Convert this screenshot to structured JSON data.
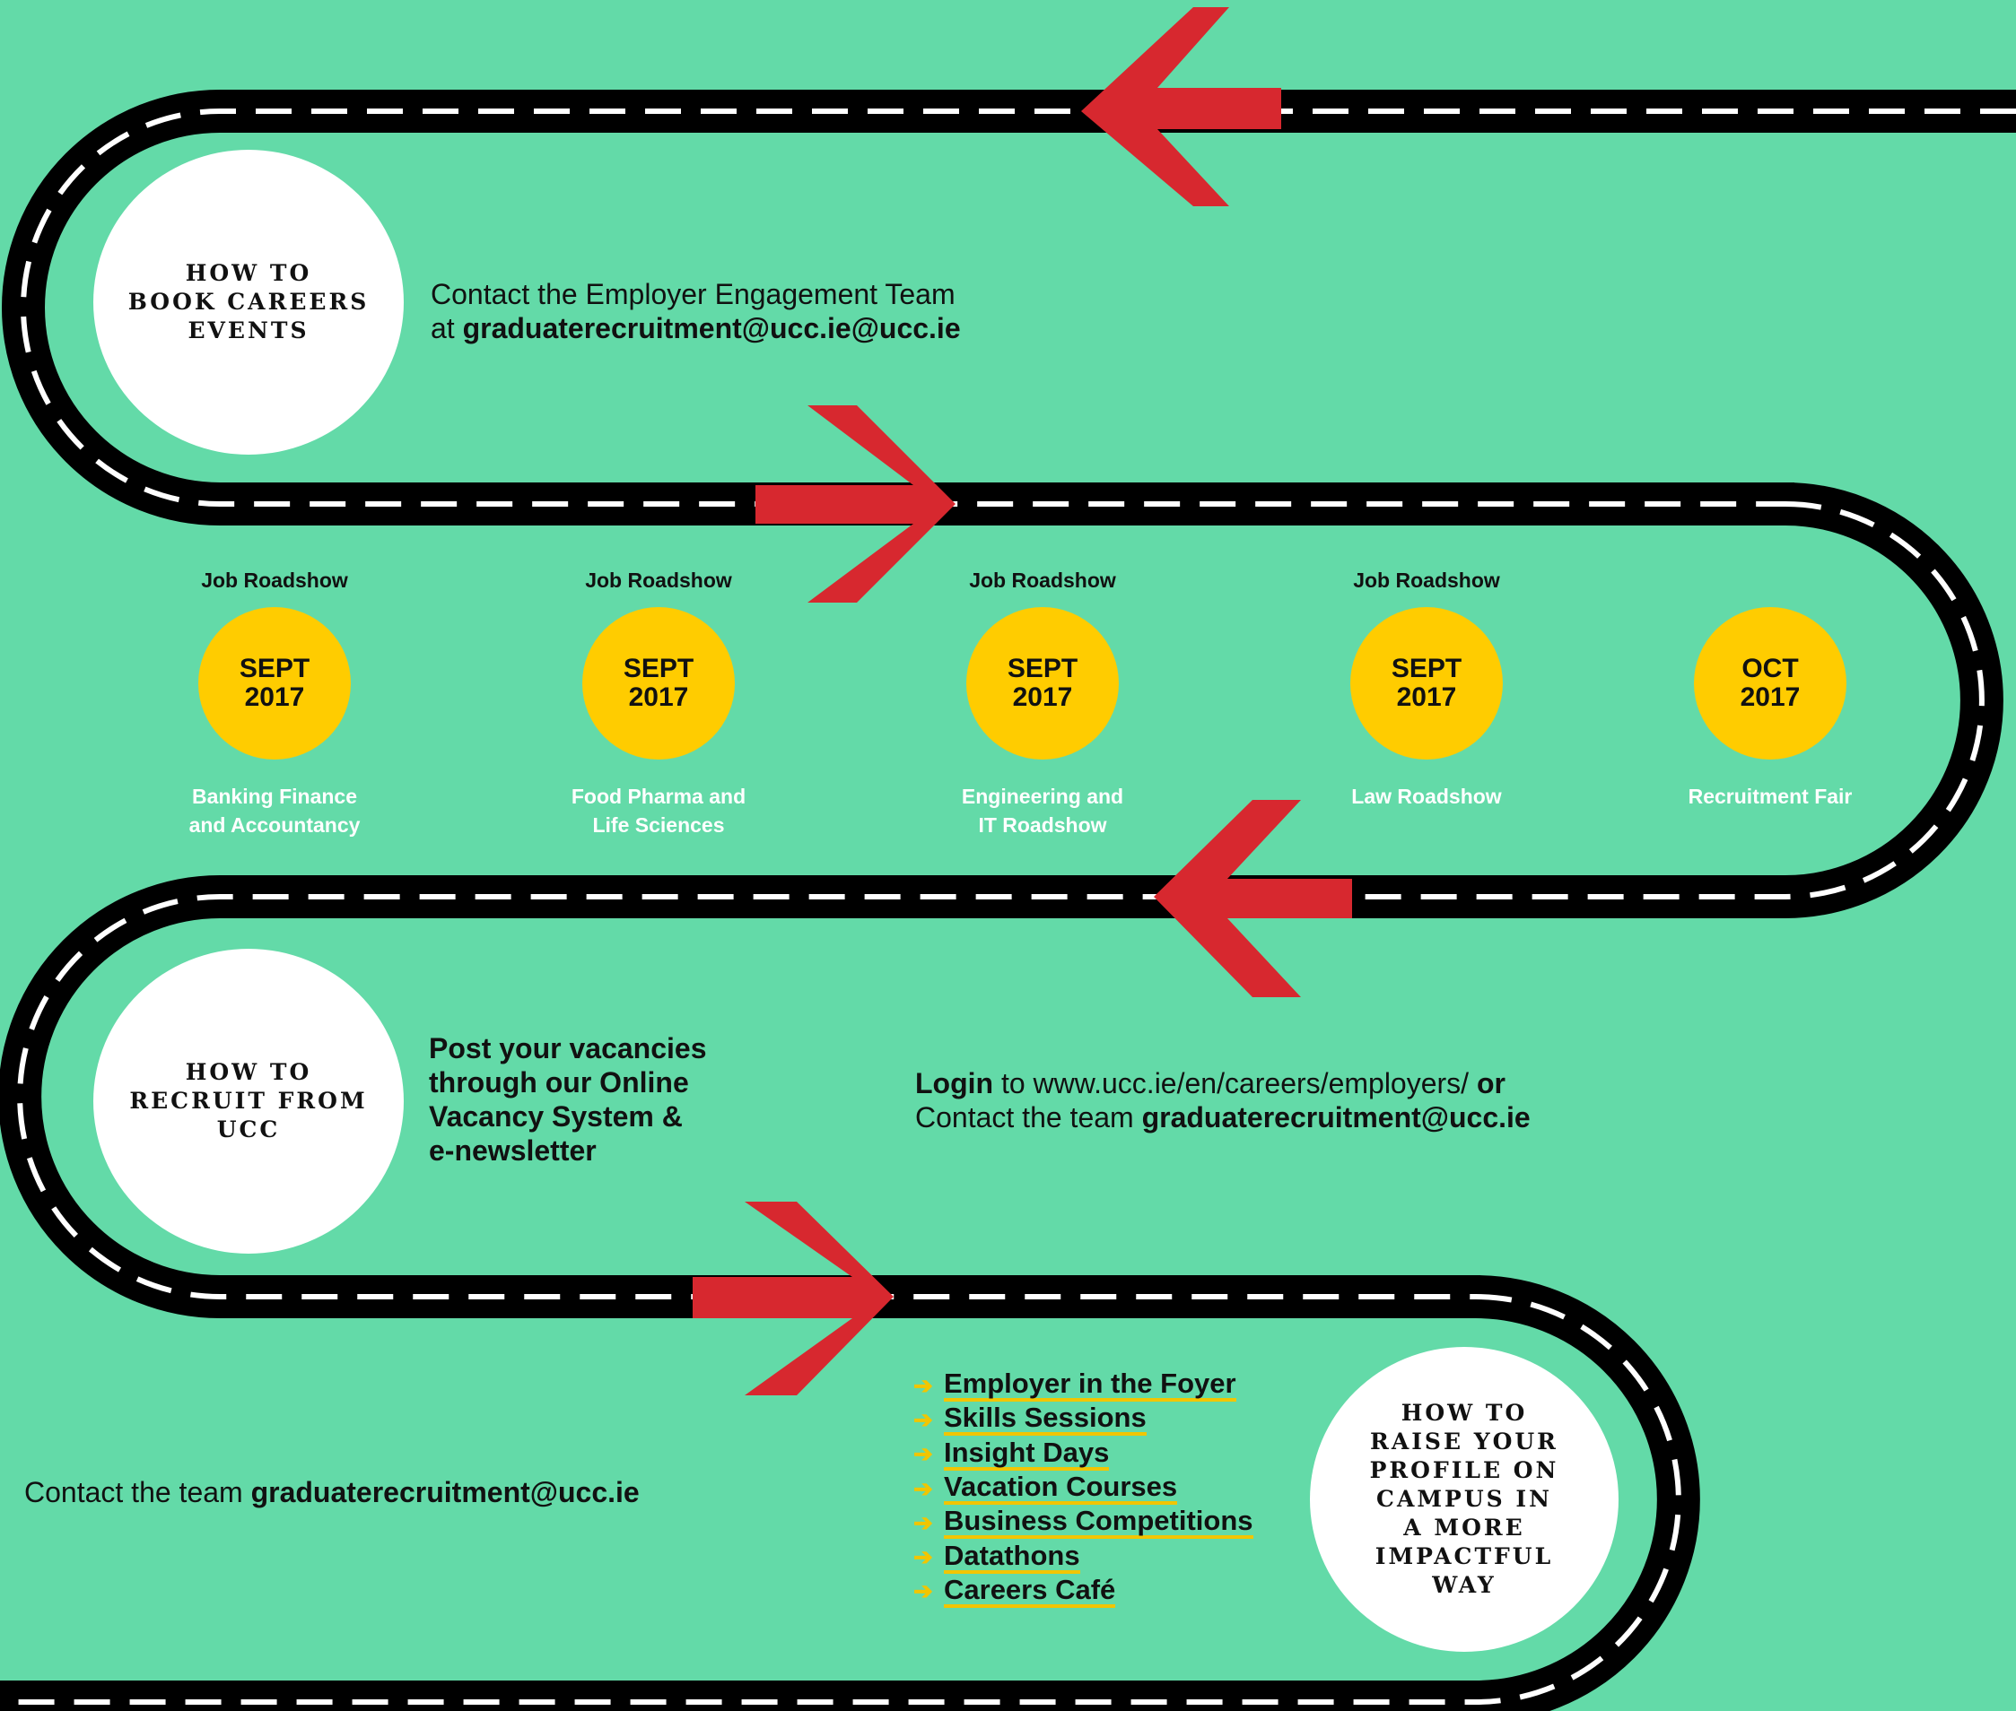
{
  "colors": {
    "background": "#63DAA8",
    "road": "#000000",
    "lane_marking": "#ffffff",
    "arrow": "#D7282F",
    "date_circle": "#FFCC00",
    "heading_circle": "#ffffff",
    "underline": "#F2C500"
  },
  "section_book": {
    "title_lines": [
      "HOW TO",
      "BOOK CAREERS",
      "EVENTS"
    ],
    "contact_prefix": "Contact the Employer Engagement Team",
    "contact_at": "at",
    "contact_email": "graduaterecruitment@ucc.ie@ucc.ie"
  },
  "events": [
    {
      "top": "Job Roadshow",
      "month": "SEPT",
      "year": "2017",
      "bottom_lines": [
        "Banking Finance",
        "and Accountancy"
      ]
    },
    {
      "top": "Job Roadshow",
      "month": "SEPT",
      "year": "2017",
      "bottom_lines": [
        "Food Pharma and",
        "Life Sciences"
      ]
    },
    {
      "top": "Job Roadshow",
      "month": "SEPT",
      "year": "2017",
      "bottom_lines": [
        "Engineering and",
        "IT Roadshow"
      ]
    },
    {
      "top": "Job Roadshow",
      "month": "SEPT",
      "year": "2017",
      "bottom_lines": [
        "Law Roadshow"
      ]
    },
    {
      "top": "",
      "month": "OCT",
      "year": "2017",
      "bottom_lines": [
        "Recruitment Fair"
      ]
    }
  ],
  "section_recruit": {
    "title_lines": [
      "HOW TO",
      "RECRUIT FROM",
      "UCC"
    ],
    "post_lines": [
      "Post your vacancies",
      "through our Online",
      "Vacancy System &",
      "e-newsletter"
    ],
    "login_word": "Login",
    "login_rest": " to www.ucc.ie/en/careers/employers/ ",
    "or_word": "or",
    "contact_prefix": "Contact the team ",
    "contact_email": "graduaterecruitment@ucc.ie"
  },
  "section_profile": {
    "title_lines": [
      "HOW TO",
      "RAISE YOUR",
      "PROFILE ON",
      "CAMPUS IN",
      "A MORE",
      "IMPACTFUL",
      "WAY"
    ],
    "contact_prefix": "Contact the team ",
    "contact_email": "graduaterecruitment@ucc.ie",
    "activities": [
      "Employer in the Foyer",
      "Skills Sessions",
      "Insight Days",
      "Vacation Courses",
      "Business Competitions",
      "Datathons",
      "Careers Café"
    ]
  }
}
